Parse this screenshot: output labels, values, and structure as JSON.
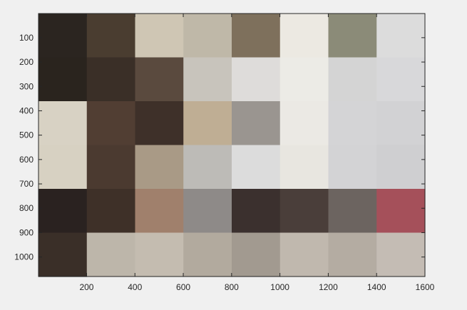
{
  "chart_data": {
    "type": "heatmap",
    "title": "",
    "xlabel": "",
    "ylabel": "",
    "xlim": [
      1,
      1600
    ],
    "ylim": [
      1,
      1080
    ],
    "y_axis_direction": "reversed",
    "grid": false,
    "legend": "none",
    "x_ticks": [
      200,
      400,
      600,
      800,
      1000,
      1200,
      1400,
      1600
    ],
    "x_tick_labels": [
      "200",
      "400",
      "600",
      "800",
      "1000",
      "1200",
      "1400",
      "1600"
    ],
    "y_ticks": [
      100,
      200,
      300,
      400,
      500,
      600,
      700,
      800,
      900,
      1000
    ],
    "y_tick_labels": [
      "100",
      "200",
      "300",
      "400",
      "500",
      "600",
      "700",
      "800",
      "900",
      "1000"
    ],
    "image_grid": {
      "columns": 8,
      "rows": 6,
      "cell_colors": [
        [
          "#2b2520",
          "#4a3d30",
          "#cfc6b4",
          "#bfb8a8",
          "#7e705c",
          "#ece9e2",
          "#8b8b78",
          "#dcdcdc"
        ],
        [
          "#2a241e",
          "#3a2f27",
          "#5a4a3e",
          "#c8c4bc",
          "#dedcda",
          "#ecebe6",
          "#d4d4d4",
          "#d8d8da"
        ],
        [
          "#d8d2c4",
          "#513e33",
          "#3e3029",
          "#bfae94",
          "#9a9590",
          "#ebe9e4",
          "#d4d4d6",
          "#d2d2d4"
        ],
        [
          "#d7d1c2",
          "#4b3a30",
          "#a99a86",
          "#bdbbb7",
          "#dcdcdc",
          "#e8e6e0",
          "#d3d3d5",
          "#cfcfd1"
        ],
        [
          "#2a2220",
          "#3e3028",
          "#a0806c",
          "#8e8a88",
          "#3b302e",
          "#4a3e3a",
          "#6c6460",
          "#a5505a"
        ],
        [
          "#3a2f28",
          "#bdb6aa",
          "#c4bcb0",
          "#b2aa9e",
          "#a29a90",
          "#c0b8ae",
          "#b4aca2",
          "#c4bcb4"
        ]
      ]
    }
  }
}
